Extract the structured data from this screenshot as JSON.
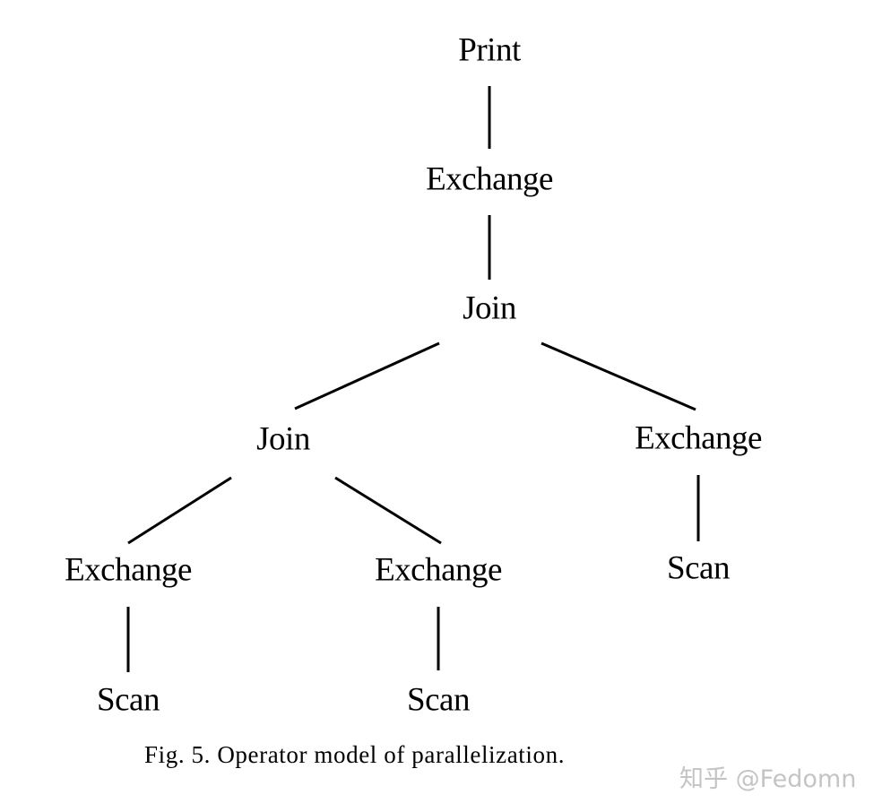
{
  "nodes": [
    {
      "id": "print",
      "label": "Print"
    },
    {
      "id": "exchange-top",
      "label": "Exchange"
    },
    {
      "id": "join-root",
      "label": "Join"
    },
    {
      "id": "join-left",
      "label": "Join"
    },
    {
      "id": "exchange-right",
      "label": "Exchange"
    },
    {
      "id": "exchange-left-left",
      "label": "Exchange"
    },
    {
      "id": "exchange-left-right",
      "label": "Exchange"
    },
    {
      "id": "scan-right",
      "label": "Scan"
    },
    {
      "id": "scan-left-left",
      "label": "Scan"
    },
    {
      "id": "scan-left-right",
      "label": "Scan"
    }
  ],
  "edges": [
    [
      "print",
      "exchange-top"
    ],
    [
      "exchange-top",
      "join-root"
    ],
    [
      "join-root",
      "join-left"
    ],
    [
      "join-root",
      "exchange-right"
    ],
    [
      "join-left",
      "exchange-left-left"
    ],
    [
      "join-left",
      "exchange-left-right"
    ],
    [
      "exchange-right",
      "scan-right"
    ],
    [
      "exchange-left-left",
      "scan-left-left"
    ],
    [
      "exchange-left-right",
      "scan-left-right"
    ]
  ],
  "caption": "Fig. 5.  Operator model of parallelization.",
  "watermark": "知乎 @Fedomn"
}
